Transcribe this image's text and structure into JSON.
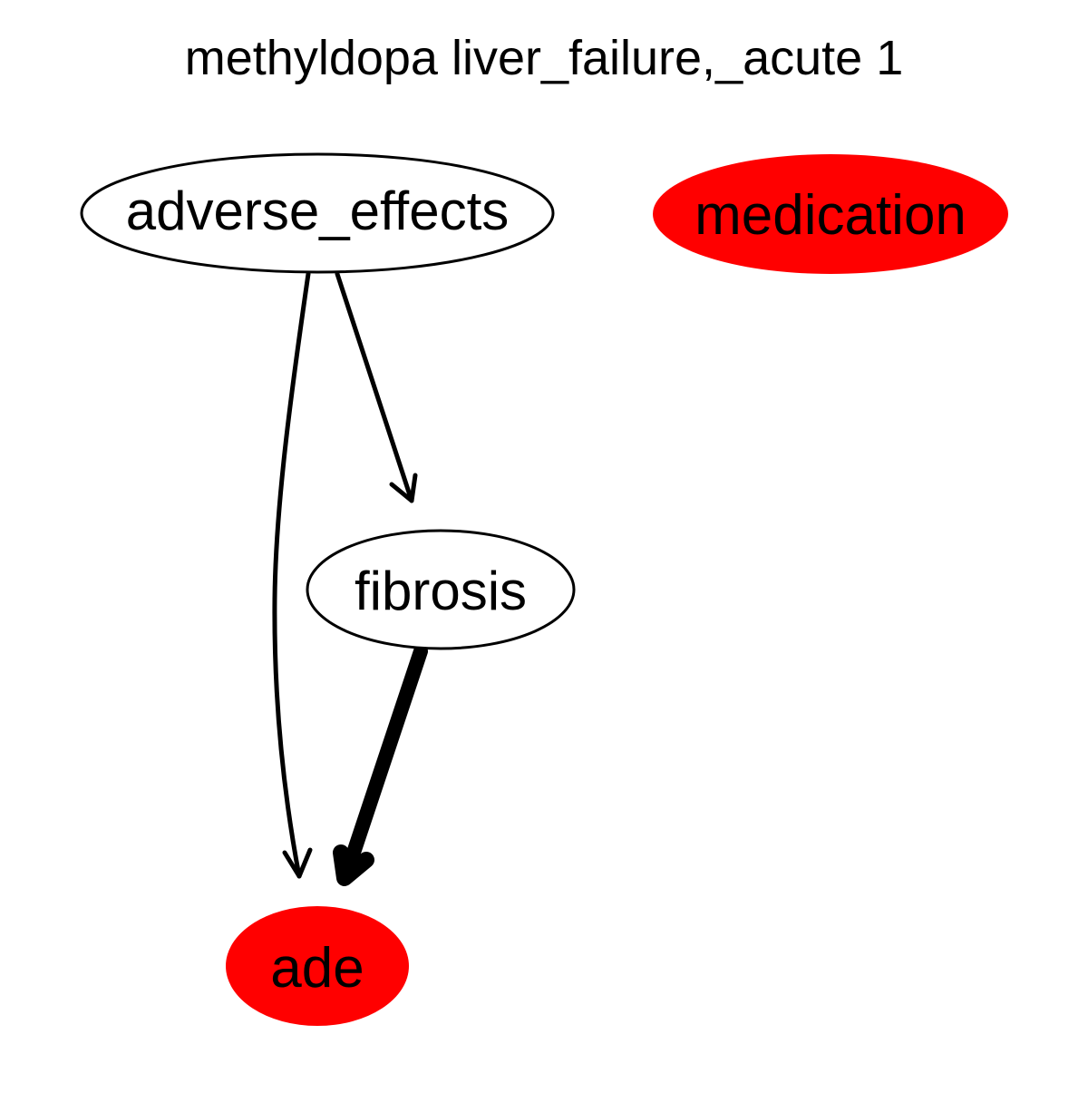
{
  "title": "methyldopa liver_failure,_acute 1",
  "colors": {
    "highlight": "#ff0000",
    "plain": "#ffffff",
    "stroke": "#000000"
  },
  "nodes": {
    "adverse_effects": {
      "label": "adverse_effects",
      "highlighted": false
    },
    "medication": {
      "label": "medication",
      "highlighted": true
    },
    "fibrosis": {
      "label": "fibrosis",
      "highlighted": false
    },
    "ade": {
      "label": "ade",
      "highlighted": true
    }
  },
  "edges": [
    {
      "from": "adverse_effects",
      "to": "fibrosis",
      "weight": "thin"
    },
    {
      "from": "adverse_effects",
      "to": "ade",
      "weight": "thin"
    },
    {
      "from": "fibrosis",
      "to": "ade",
      "weight": "thick"
    }
  ]
}
